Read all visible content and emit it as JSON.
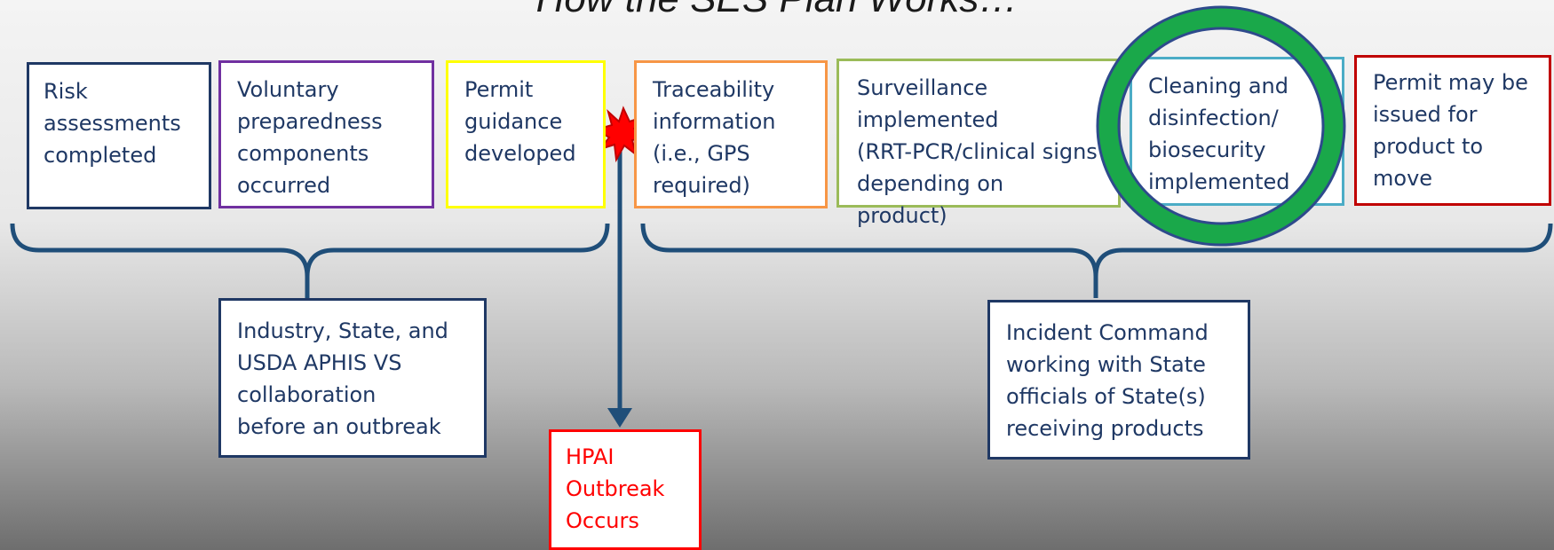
{
  "title": "How the SES Plan Works…",
  "steps": {
    "risk": "Risk\nassessments\ncompleted",
    "voluntary": "Voluntary\npreparedness\ncomponents\noccurred",
    "permit_guidance": "Permit\nguidance\ndeveloped",
    "traceability": "Traceability\ninformation\n(i.e., GPS\nrequired)",
    "surveillance": "Surveillance\nimplemented\n(RRT-PCR/clinical signs\ndepending on product)",
    "cleaning": "Cleaning and\ndisinfection/\nbiosecurity\nimplemented",
    "permit_issued": "Permit may be\nissued for\nproduct to\nmove"
  },
  "groups": {
    "before": "Industry, State, and\nUSDA APHIS VS\ncollaboration\nbefore an outbreak",
    "after": "Incident Command\nworking with State\nofficials of State(s)\nreceiving products"
  },
  "outbreak": "HPAI\nOutbreak\nOccurs",
  "colors": {
    "navy": "#1f3864",
    "purple": "#7030a0",
    "yellow": "#ffff00",
    "orange": "#f79646",
    "green_border": "#9bbb59",
    "light_blue": "#4bacc6",
    "red": "#c00000",
    "outbreak_red": "#ff0000",
    "highlight_ring": "#1aa84a"
  }
}
